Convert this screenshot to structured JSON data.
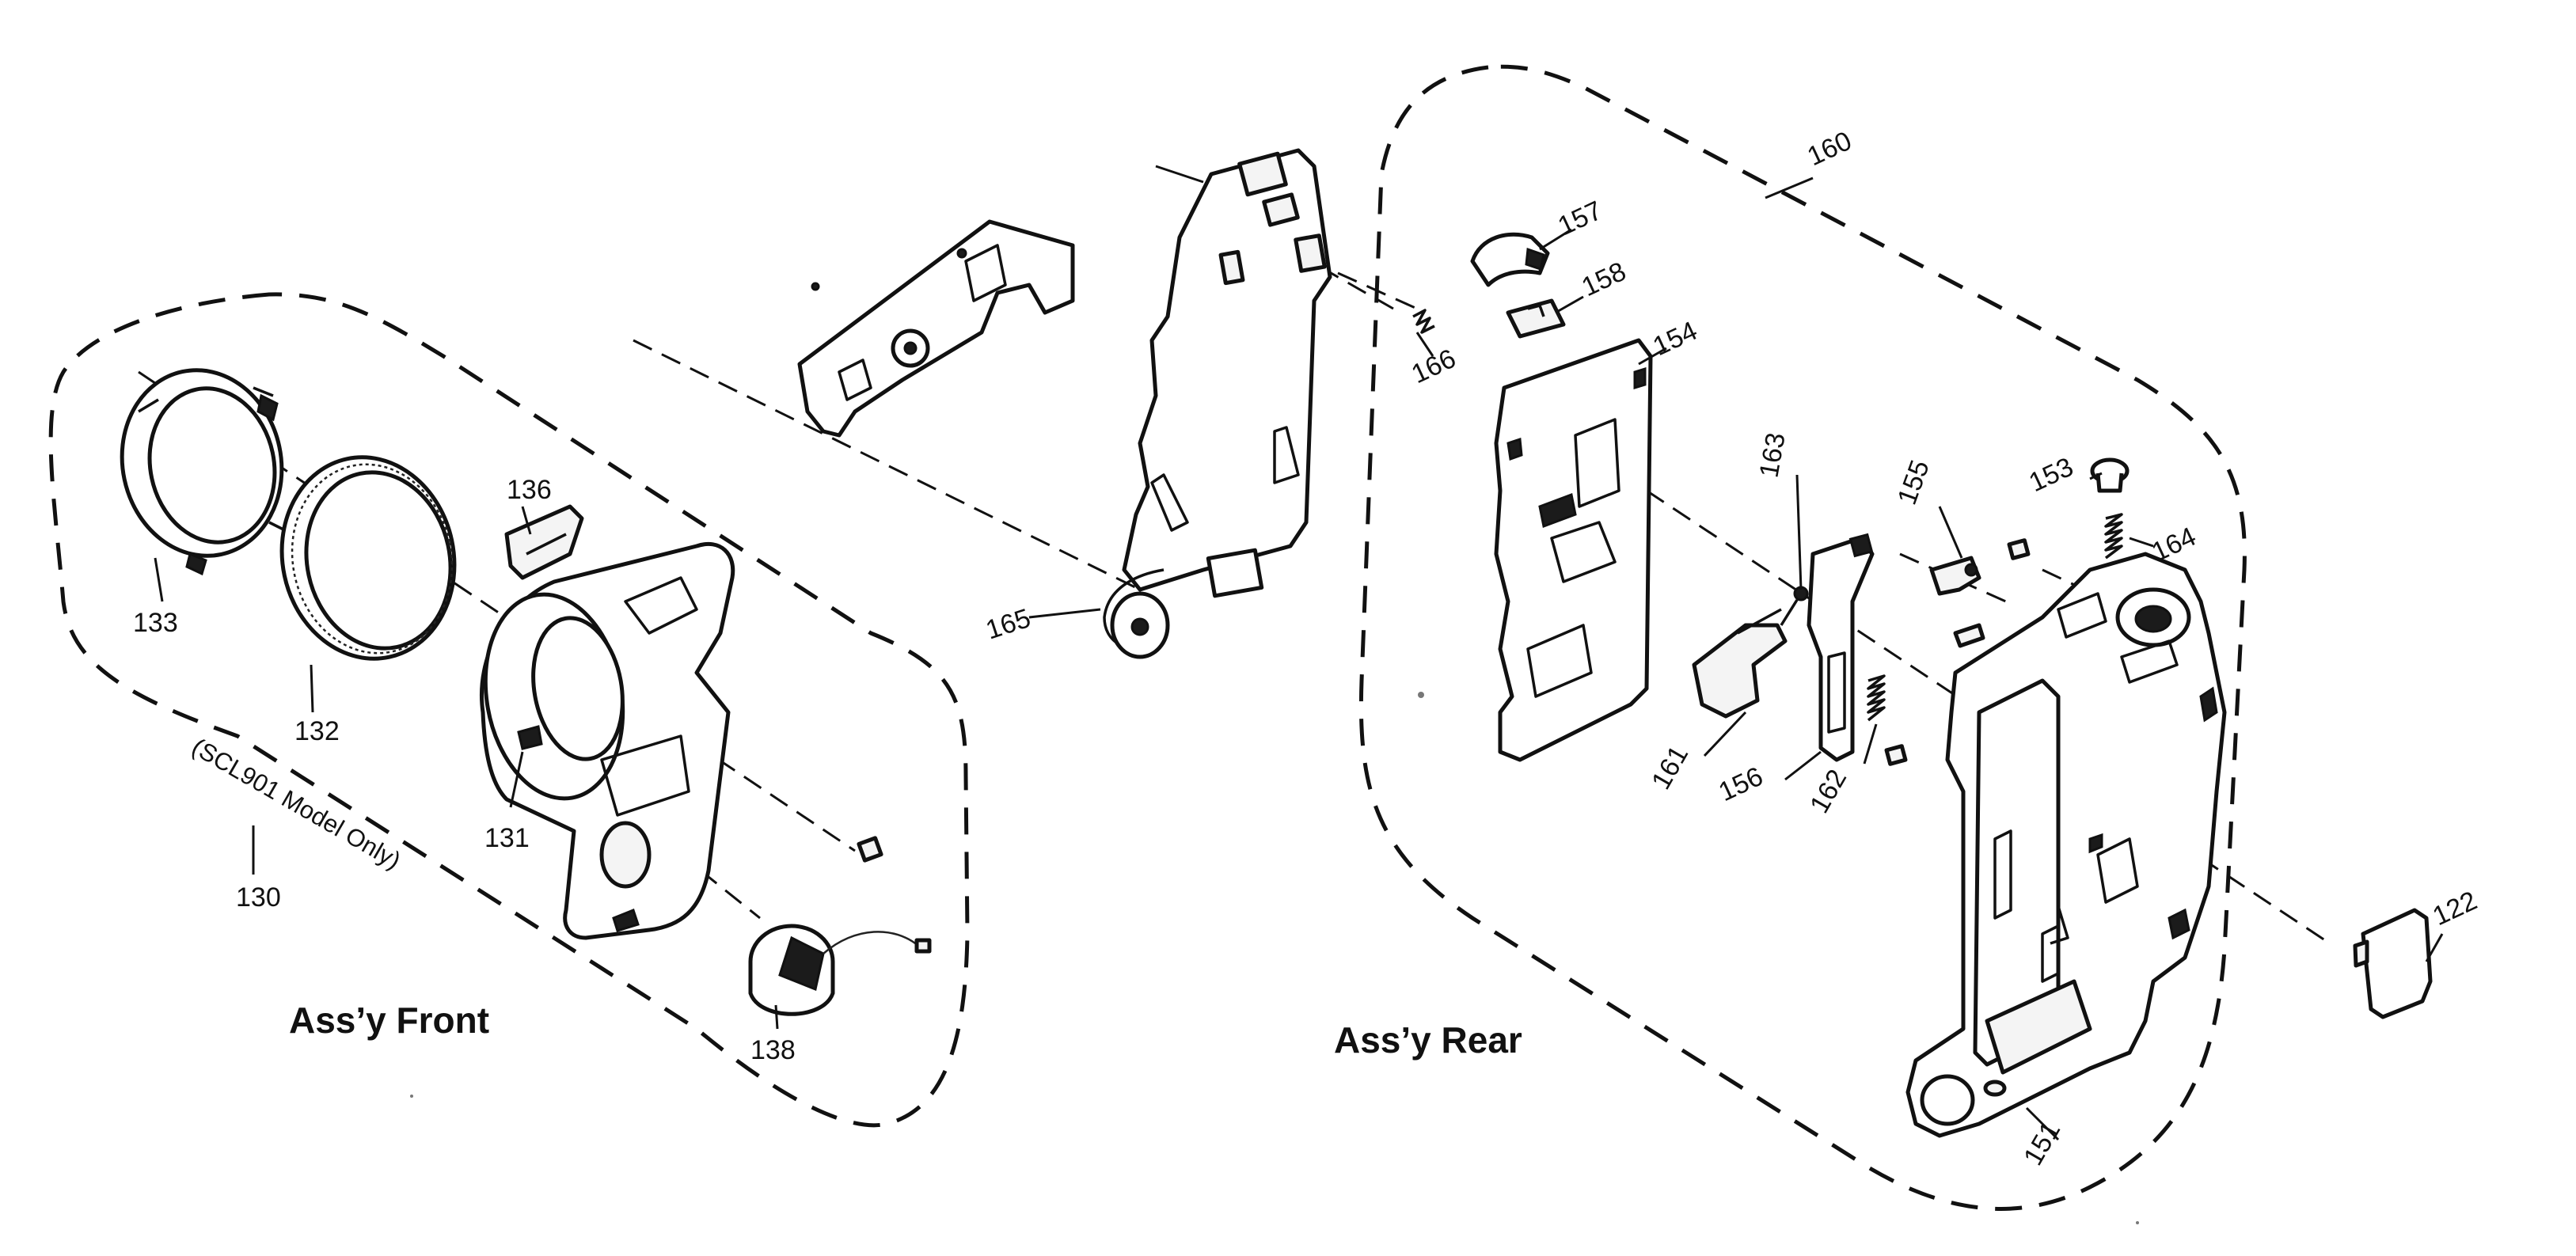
{
  "diagram": {
    "type": "exploded-parts-view",
    "groups": {
      "front": {
        "title": "Ass’y Front",
        "callout": "130",
        "note": "(SCL901 Model Only)"
      },
      "rear": {
        "title": "Ass’y Rear",
        "callout": "160"
      }
    },
    "callouts": {
      "p122": "122",
      "p131": "131",
      "p132": "132",
      "p133": "133",
      "p136": "136",
      "p138": "138",
      "p151": "151",
      "p153": "153",
      "p154": "154",
      "p155": "155",
      "p156": "156",
      "p157": "157",
      "p158": "158",
      "p161": "161",
      "p162": "162",
      "p163": "163",
      "p164": "164",
      "p165": "165",
      "p166": "166"
    },
    "colors": {
      "line": "#111111",
      "background": "#ffffff"
    }
  }
}
